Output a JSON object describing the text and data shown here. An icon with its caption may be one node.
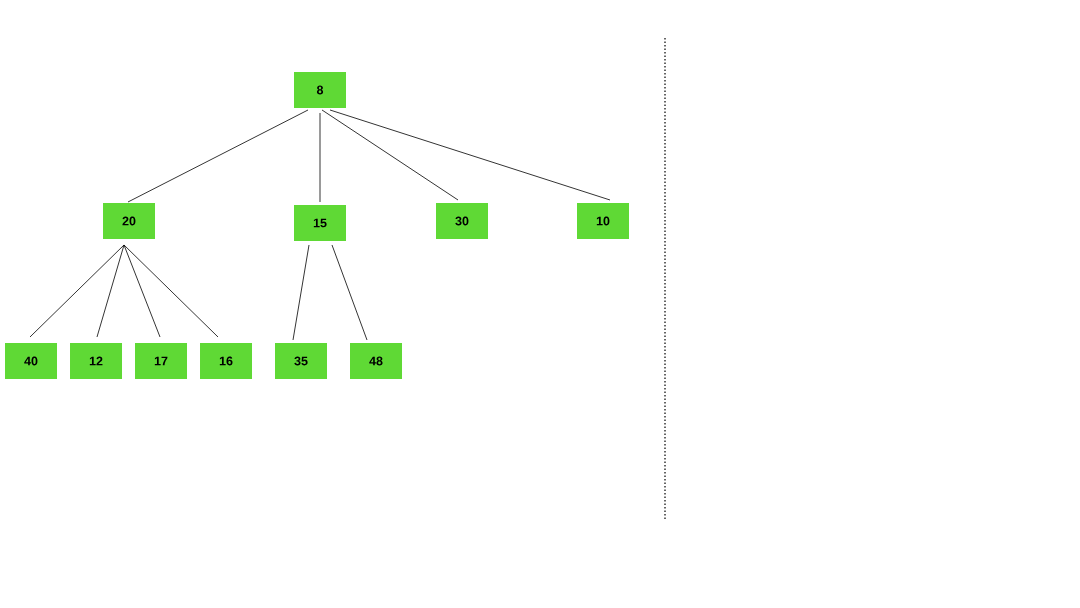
{
  "diagram": {
    "nodes": [
      {
        "text": [
          "8"
        ]
      },
      {
        "text": [
          "20"
        ]
      },
      {
        "text": [
          "15"
        ]
      },
      {
        "text": [
          "30"
        ]
      },
      {
        "text": [
          "10"
        ]
      },
      {
        "text": [
          "40"
        ]
      },
      {
        "text": [
          "12"
        ]
      },
      {
        "text": [
          "17"
        ]
      },
      {
        "text": [
          "16"
        ]
      },
      {
        "text": [
          "35"
        ]
      },
      {
        "text": [
          "48"
        ]
      }
    ],
    "edges": [
      {
        "from": 0,
        "to": 1,
        "arrow": "none"
      },
      {
        "from": 0,
        "to": 2,
        "arrow": "none"
      },
      {
        "from": 0,
        "to": 3,
        "arrow": "none"
      },
      {
        "from": 0,
        "to": 4,
        "arrow": "none"
      },
      {
        "from": 1,
        "to": 5,
        "arrow": "none"
      },
      {
        "from": 1,
        "to": 6,
        "arrow": "none"
      },
      {
        "from": 1,
        "to": 7,
        "arrow": "none"
      },
      {
        "from": 1,
        "to": 8,
        "arrow": "none"
      },
      {
        "from": 2,
        "to": 9,
        "arrow": "none"
      },
      {
        "from": 2,
        "to": 10,
        "arrow": "none"
      }
    ]
  }
}
